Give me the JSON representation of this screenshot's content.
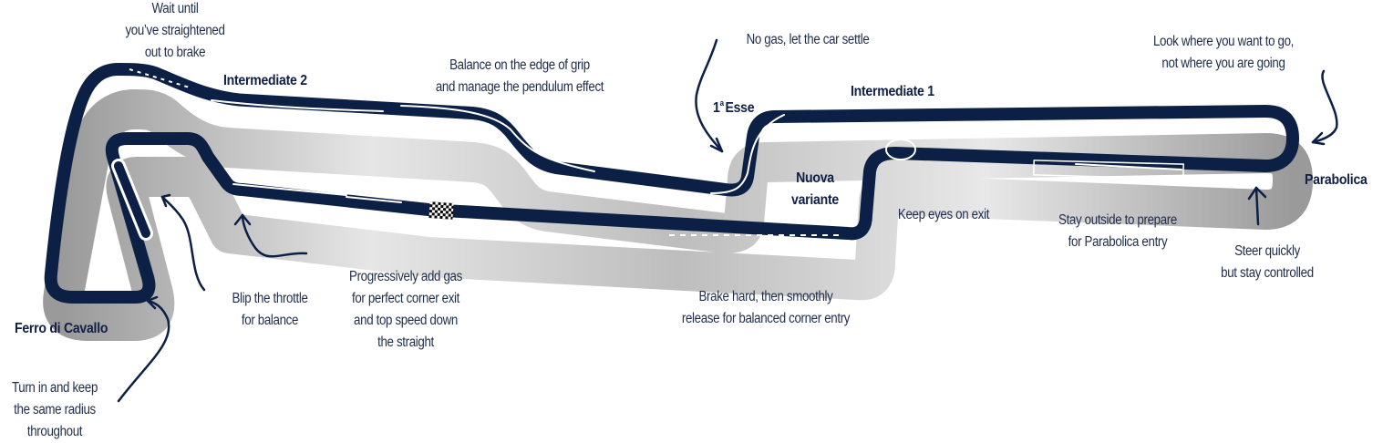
{
  "diagram": {
    "type": "race-track-map",
    "colors": {
      "track": "#0c1f45",
      "track_wall_light": "#e4e4e4",
      "track_wall_dark": "#9c9c9c",
      "text": "#1f2d4a",
      "background": "#ffffff"
    },
    "corners": {
      "intermediate_2": "Intermediate 2",
      "esse_num": "1",
      "esse_sup": "a",
      "esse_name": "Esse",
      "intermediate_1": "Intermediate 1",
      "nuova_1": "Nuova",
      "nuova_2": "variante",
      "parabolica": "Parabolica",
      "ferro": "Ferro di Cavallo"
    },
    "tips": {
      "wait": [
        "Wait until",
        "you’ve straightened",
        "out to brake"
      ],
      "balance": [
        "Balance on the edge of grip",
        "and manage the pendulum effect"
      ],
      "no_gas": [
        "No gas, let the car settle"
      ],
      "look": [
        "Look where you want to go,",
        "not where you are going"
      ],
      "keep_eyes": [
        "Keep eyes on exit"
      ],
      "stay_outside": [
        "Stay outside to prepare",
        "for Parabolica entry"
      ],
      "steer": [
        "Steer quickly",
        "but stay controlled"
      ],
      "brake_hard": [
        "Brake hard, then smoothly",
        "release for balanced corner entry"
      ],
      "progressive": [
        "Progressively add gas",
        "for perfect corner exit",
        "and top speed down",
        "the straight"
      ],
      "blip": [
        "Blip the throttle",
        "for balance"
      ],
      "turn_in": [
        "Turn in and keep",
        "the same radius",
        "throughout"
      ]
    },
    "markers": {
      "start_finish": "checkered-flag",
      "braking_dashes": "brake-markers"
    }
  }
}
